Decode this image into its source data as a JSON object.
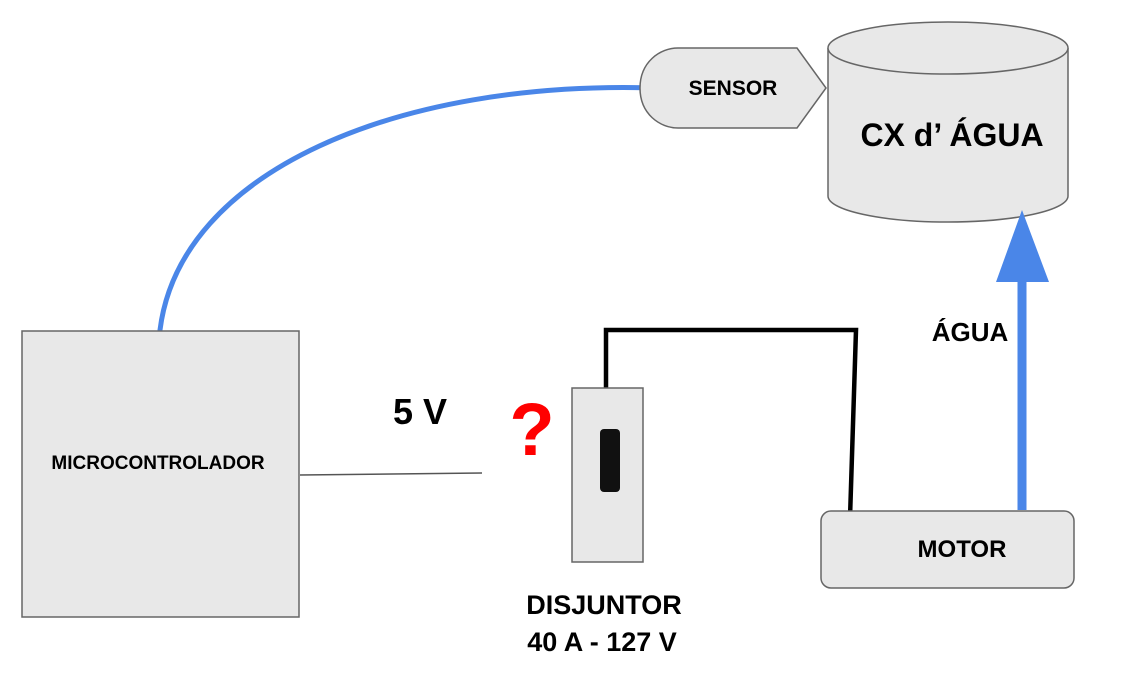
{
  "labels": {
    "sensor": "SENSOR",
    "tank": "CX d’ ÁGUA",
    "microcontroller": "MICROCONTROLADOR",
    "voltage": "5 V",
    "question": "?",
    "breaker_line1": "DISJUNTOR",
    "breaker_line2": "40 A - 127 V",
    "motor": "MOTOR",
    "water": "ÁGUA"
  },
  "colors": {
    "shape_fill": "#e8e8e8",
    "shape_stroke": "#666666",
    "signal_wire": "#4a86e8",
    "power_wire": "#000000",
    "question": "#ff0000"
  }
}
